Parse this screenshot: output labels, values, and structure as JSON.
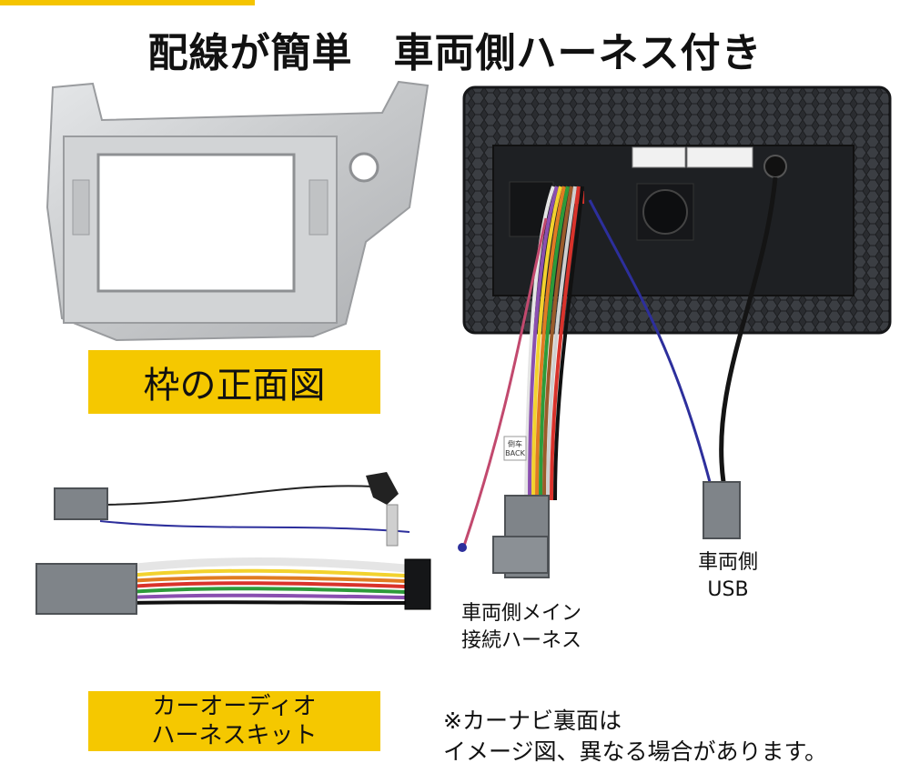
{
  "header": {
    "title": "配線が簡単　車両側ハーネス付き"
  },
  "labels": {
    "frame_front": "枠の正面図",
    "kit_line1": "カーオーディオ",
    "kit_line2": "ハーネスキット",
    "main_line1": "車両側メイン",
    "main_line2": "接続ハーネス",
    "usb_line1": "車両側",
    "usb_line2": "USB"
  },
  "note": {
    "line1": "※カーナビ裏面は",
    "line2": "イメージ図、異なる場合があります。"
  },
  "tag_text": {
    "line1": "倒车",
    "line2": "BACK"
  },
  "colors": {
    "accent": "#f5c800",
    "frame": "#c9cbcd",
    "unit": "#2b2d30"
  }
}
